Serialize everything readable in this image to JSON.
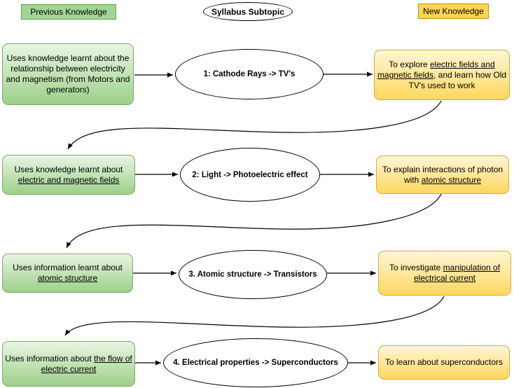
{
  "legend": {
    "previous": "Previous Knowledge",
    "subtopic": "Syllabus Subtopic",
    "new": "New Knowledge"
  },
  "colors": {
    "green_top": "#e9f5e2",
    "green_bottom": "#9dd08a",
    "green_border": "#7ca966",
    "yellow_top": "#fff6d7",
    "yellow_bottom": "#ffd75f",
    "yellow_border": "#d8a838",
    "label_green": "#a2d594",
    "label_green_border": "#63a24c",
    "label_yellow": "#ffd44f",
    "label_yellow_border": "#bf9119",
    "connector": "#000000"
  },
  "rows": [
    {
      "previous": {
        "pre": "Uses knowledge learnt about the relationship between electricity and magnetism (from Motors and generators)",
        "underline": "",
        "post": ""
      },
      "subtopic": "1: Cathode Rays -> TV's",
      "new": {
        "pre": "To explore ",
        "underline": "electric fields and magnetic fields",
        "post": ", and learn how Old TV's used to work"
      }
    },
    {
      "previous": {
        "pre": "Uses knowledge learnt about ",
        "underline": "electric and magnetic fields",
        "post": ""
      },
      "subtopic": "2: Light -> Photoelectric effect",
      "new": {
        "pre": "To explain interactions of photon with ",
        "underline": "atomic structure",
        "post": ""
      }
    },
    {
      "previous": {
        "pre": "Uses information learnt about ",
        "underline": "atomic structure",
        "post": ""
      },
      "subtopic": "3. Atomic structure -> Transistors",
      "new": {
        "pre": "To investigate ",
        "underline": "manipulation of electrical current",
        "post": ""
      }
    },
    {
      "previous": {
        "pre": "Uses information about ",
        "underline": "the flow of electric current",
        "post": ""
      },
      "subtopic": "4. Electrical properties -> Superconductors",
      "new": {
        "pre": "To learn about superconductors",
        "underline": "",
        "post": ""
      }
    }
  ]
}
